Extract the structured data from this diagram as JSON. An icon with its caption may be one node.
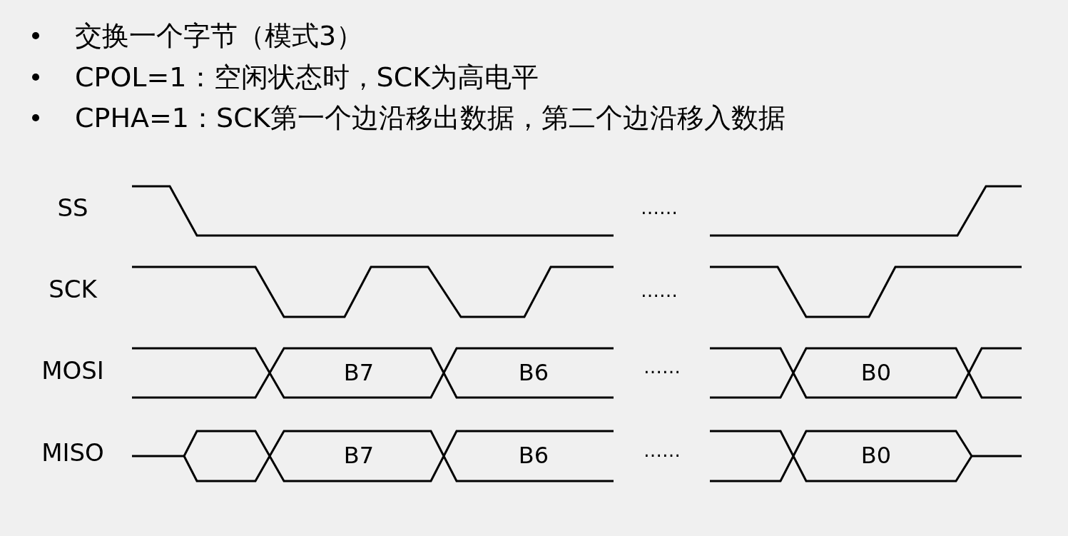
{
  "diagram": {
    "labels": [
      "交换一个字节（模式3）",
      "CPOL=1：空闲状态时，SCK为高电平",
      "CPHA=1：SCK第一个边沿移出数据，第二个边沿移入数据",
      "SS",
      "……",
      "SCK",
      "……",
      "MOSI",
      "B7",
      "B6",
      "……",
      "B0",
      "MISO",
      "B7",
      "B6",
      "……",
      "B0"
    ]
  }
}
